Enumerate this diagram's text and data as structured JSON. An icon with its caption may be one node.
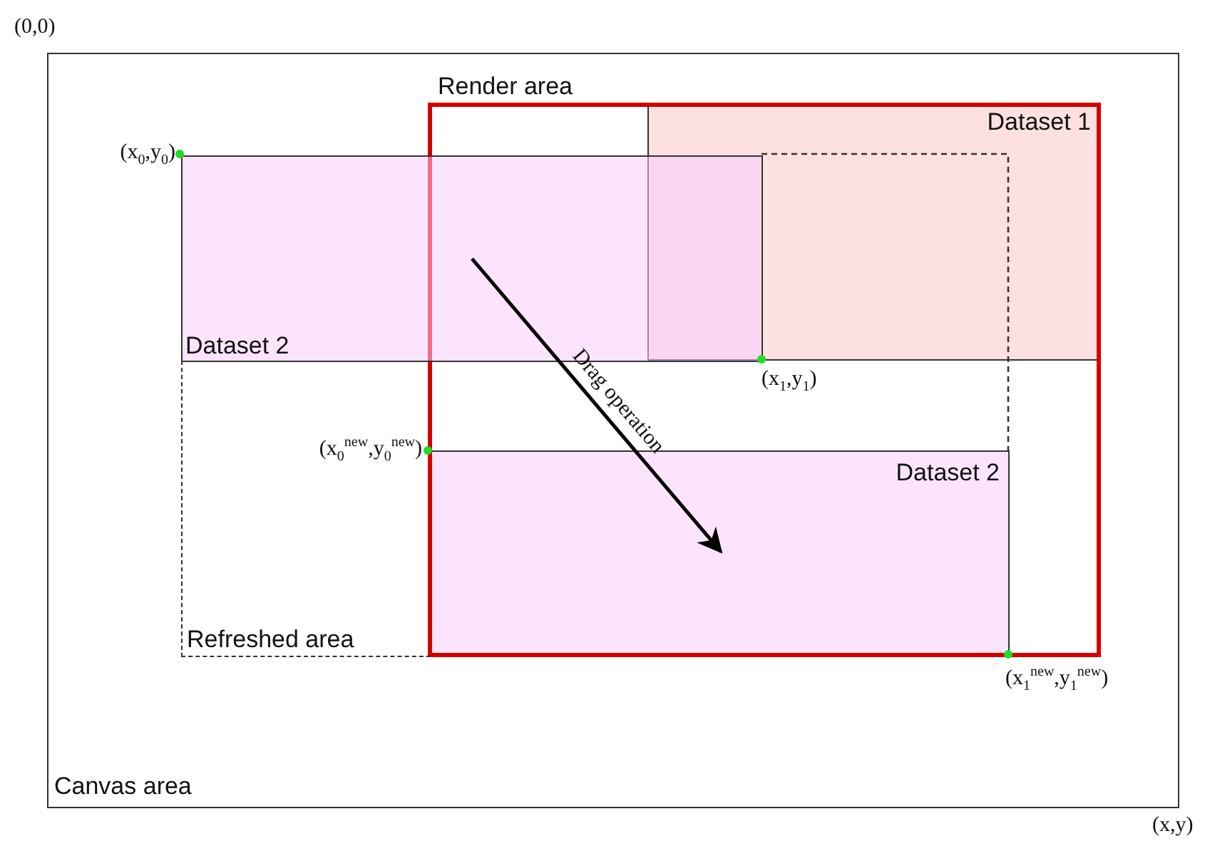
{
  "diagram": {
    "nodes": [
      {
        "text": [
          "Canvas area"
        ]
      },
      {
        "text": [
          "Render area"
        ],
        "in": 0
      },
      {
        "text": [
          "Dataset 1"
        ],
        "in": 1
      },
      {
        "text": [
          "Dataset 2"
        ],
        "in": 0
      },
      {
        "text": [
          "Dataset 2"
        ],
        "in": 1
      },
      {
        "text": [
          "Refreshed area"
        ],
        "in": 0
      }
    ],
    "edges": [
      {
        "from": 3,
        "to": 4,
        "arrow": "to",
        "label": "Drag operation"
      }
    ],
    "labels": [
      "(0,0)",
      "(x$_{0}$,y$_{0}$)",
      "(x$_{1}$,y$_{1}$)",
      "(x$_{0}$$^{new}$,y$_{0}$$^{new}$)",
      "(x$_{1}$$^{new}$,y$_{1}$$^{new}$)",
      "(x,y)"
    ]
  }
}
